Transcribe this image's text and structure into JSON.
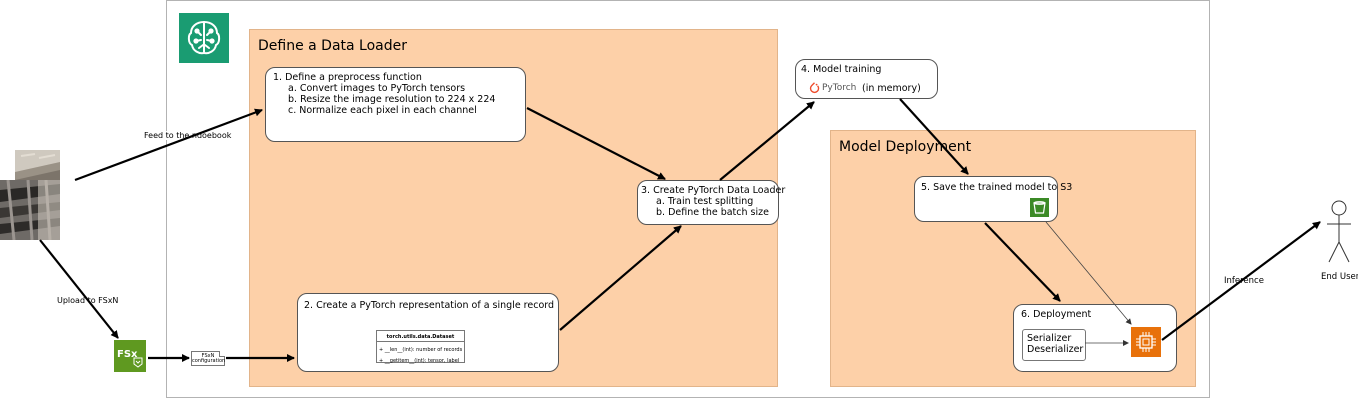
{
  "groups": {
    "data_loader_title": "Define a Data Loader",
    "deployment_title": "Model Deployment"
  },
  "steps": {
    "preprocess": {
      "title": "1. Define a preprocess function",
      "items": [
        "a. Convert images to PyTorch tensors",
        "b. Resize the image resolution to 224 x 224",
        "c. Normalize each pixel in each channel"
      ]
    },
    "representation": {
      "title": "2. Create a PyTorch representation of a single record",
      "class_name": "torch.utils.data.Dataset",
      "methods": [
        "+ __len__(int): number of records",
        "+ __getitem__(int): tensor, label"
      ]
    },
    "dataloader": {
      "title": "3. Create PyTorch Data Loader",
      "items": [
        "a. Train test splitting",
        "b. Define the batch size"
      ]
    },
    "training": {
      "title": "4. Model training",
      "pytorch_label": "PyTorch",
      "note": "(in memory)"
    },
    "save": {
      "title": "5. Save the trained model to S3"
    },
    "deployment": {
      "title": "6. Deployment",
      "serializer": "Serializer",
      "deserializer": "Deserializer"
    }
  },
  "edges": {
    "feed": "Feed to the ndoebook",
    "upload": "Upload to FSxN",
    "inference": "Inference"
  },
  "fsx": {
    "logo_text": "FSx",
    "config_line1": "FSxN",
    "config_line2": "configuration"
  },
  "user": {
    "label": "End User"
  },
  "colors": {
    "group_fill": "#fdd0a8",
    "sagemaker_green": "#1a9c72",
    "s3_green": "#3b8a26",
    "fsx_green": "#5f9920",
    "ec2_orange": "#e8710a",
    "pytorch_red": "#ee4c2c"
  }
}
